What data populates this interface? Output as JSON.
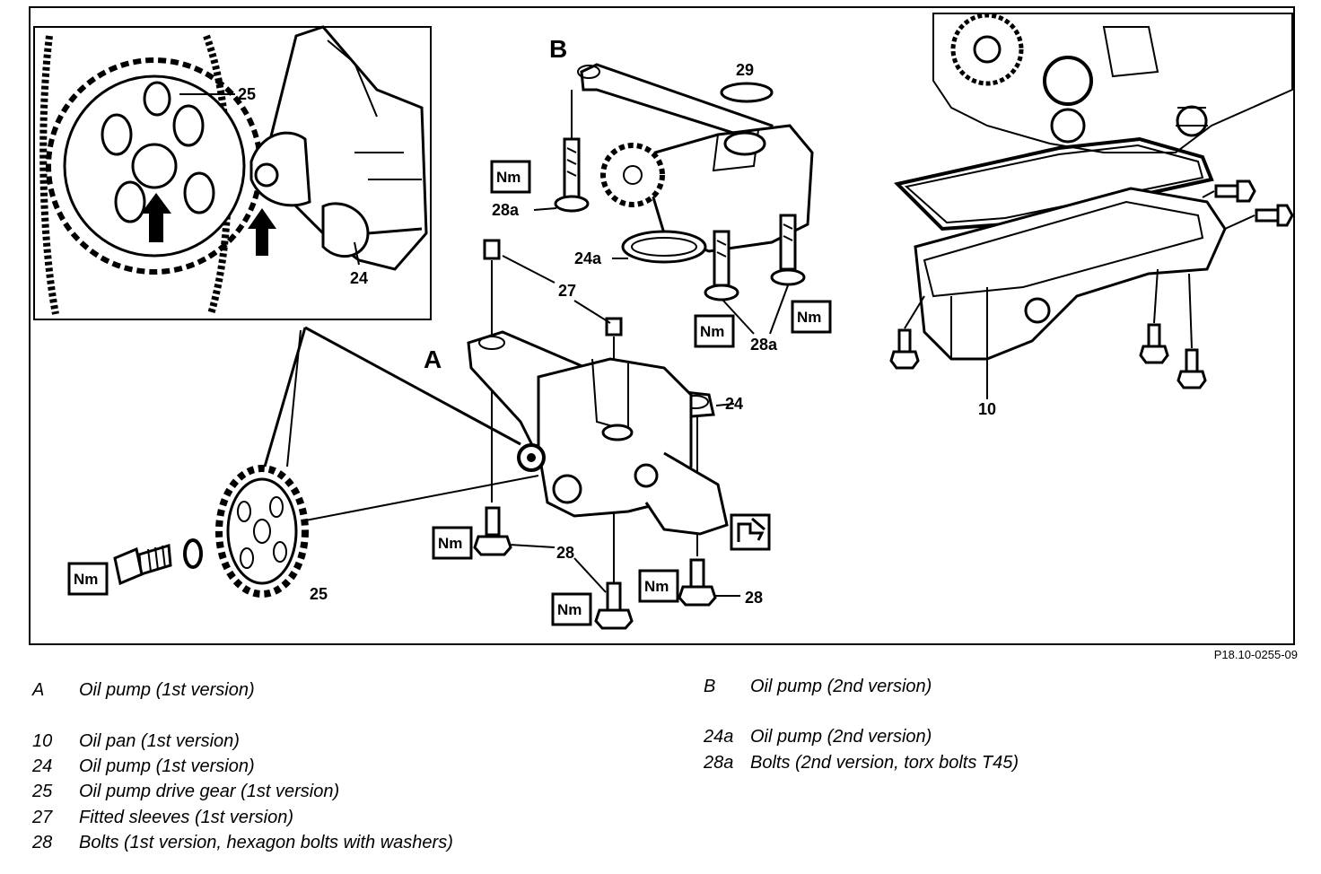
{
  "figure": {
    "code": "P18.10-0255-09",
    "version_labels": {
      "a": "A",
      "b": "B"
    },
    "callouts": {
      "c10": "10",
      "c24_inset": "24",
      "c24_main": "24",
      "c24a": "24a",
      "c25_inset": "25",
      "c25_main": "25",
      "c27": "27",
      "c28_a": "28",
      "c28_b": "28",
      "c28a_a": "28a",
      "c28a_b": "28a",
      "c29": "29"
    },
    "torque_symbol": "Nm"
  },
  "legend": {
    "left": [
      {
        "key": "A",
        "text": "Oil pump (1st version)"
      },
      {
        "key": "10",
        "text": "Oil pan (1st version)"
      },
      {
        "key": "24",
        "text": "Oil pump (1st version)"
      },
      {
        "key": "25",
        "text": "Oil pump drive gear (1st version)"
      },
      {
        "key": "27",
        "text": "Fitted sleeves (1st version)"
      },
      {
        "key": "28",
        "text": "Bolts (1st version, hexagon bolts with washers)"
      }
    ],
    "right": [
      {
        "key": "B",
        "text": "Oil pump (2nd version)"
      },
      {
        "key": "24a",
        "text": "Oil pump (2nd version)"
      },
      {
        "key": "28a",
        "text": "Bolts (2nd version, torx bolts T45)"
      }
    ]
  }
}
